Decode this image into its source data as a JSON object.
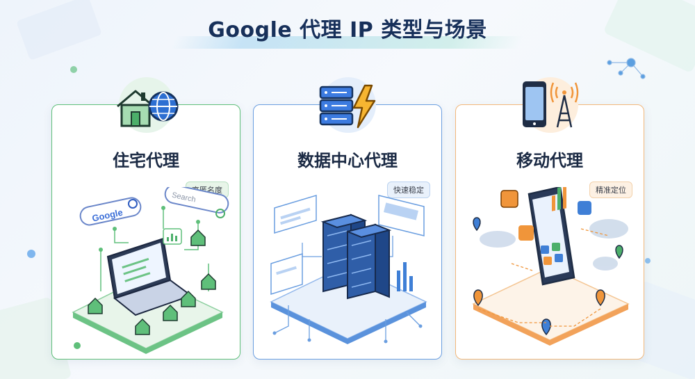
{
  "page": {
    "title": "Google 代理 IP 类型与场景"
  },
  "cards": [
    {
      "title": "住宅代理",
      "badge": "高匿名度",
      "icon_names": [
        "house-icon",
        "globe-icon"
      ],
      "illustration": {
        "search_brand": "Google",
        "search_placeholder": "Search"
      },
      "accent": "#4caf6a"
    },
    {
      "title": "数据中心代理",
      "badge": "快速稳定",
      "icon_names": [
        "server-icon",
        "lightning-icon"
      ],
      "accent": "#3f7fd6"
    },
    {
      "title": "移动代理",
      "badge": "精准定位",
      "icon_names": [
        "smartphone-icon",
        "cell-tower-icon"
      ],
      "accent": "#f0953a"
    }
  ]
}
